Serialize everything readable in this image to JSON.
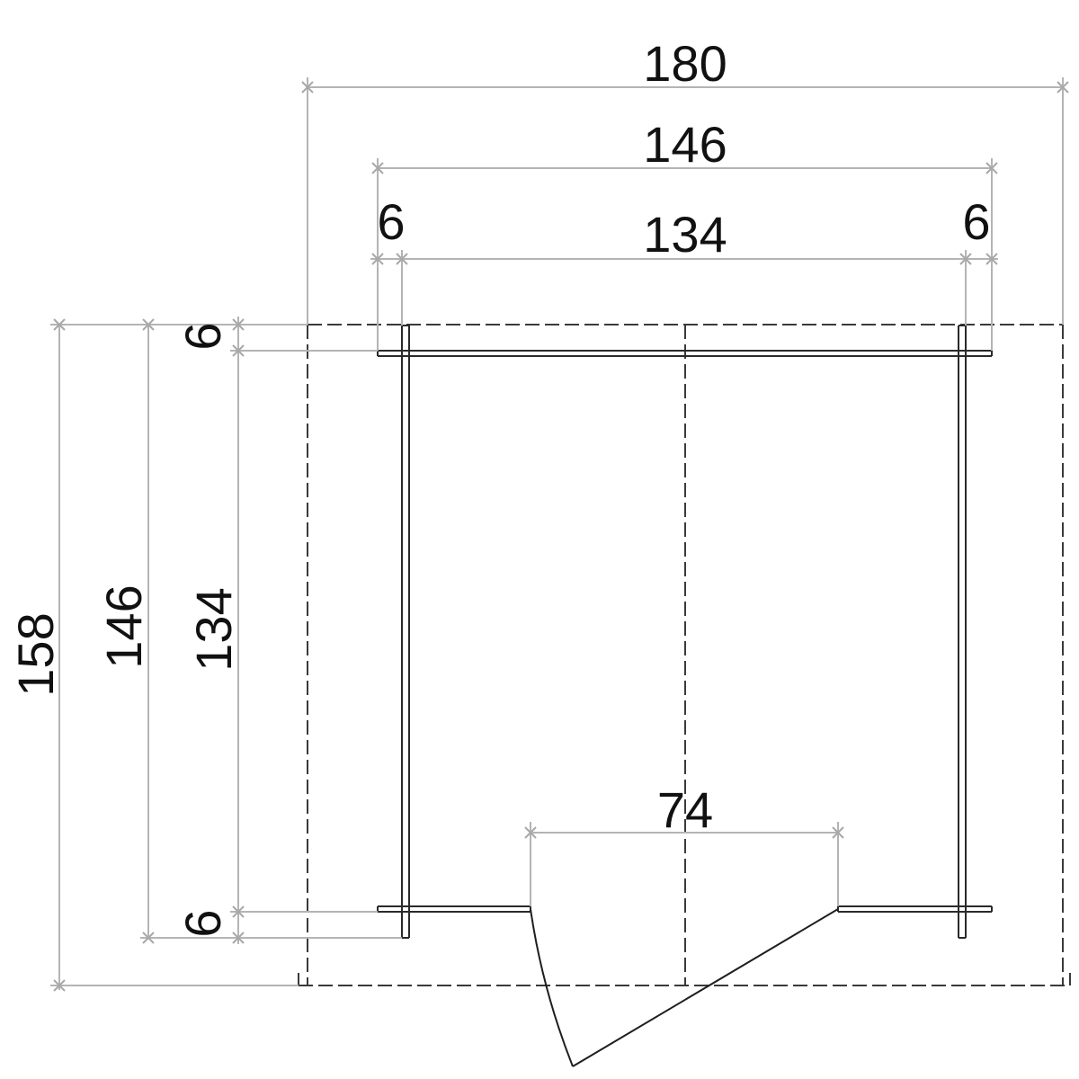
{
  "dimensions": {
    "top_overall": "180",
    "top_outer": "146",
    "top_wall_left": "6",
    "top_inner": "134",
    "top_wall_right": "6",
    "left_overall": "158",
    "left_outer": "146",
    "left_inner": "134",
    "left_wall_top": "6",
    "left_wall_bottom": "6",
    "door_width": "74"
  },
  "colors": {
    "dimension_line": "#b4b4b4",
    "wall_line": "#2a2a2a",
    "text": "#111111"
  }
}
